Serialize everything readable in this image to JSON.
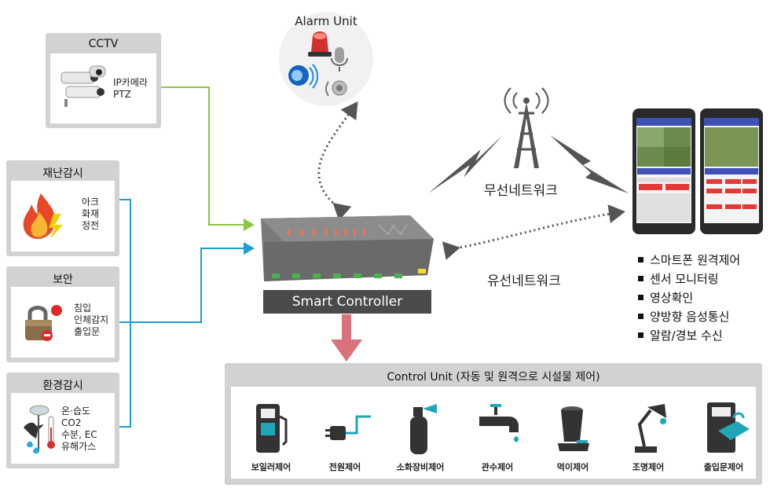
{
  "cctv": {
    "title": "CCTV",
    "lines": [
      "IP카메라",
      "PTZ"
    ]
  },
  "disaster": {
    "title": "재난감시",
    "lines": [
      "아크",
      "화재",
      "정전"
    ]
  },
  "security": {
    "title": "보안",
    "lines": [
      "침입",
      "인체감지",
      "출입문"
    ]
  },
  "environment": {
    "title": "환경감시",
    "lines": [
      "온·습도",
      "CO2",
      "수분, EC",
      "유해가스"
    ]
  },
  "alarm": {
    "title": "Alarm Unit"
  },
  "controller": {
    "label": "Smart Controller"
  },
  "network": {
    "wireless": "무선네트워크",
    "wired": "유선네트워크"
  },
  "features": [
    "스마트폰 원격제어",
    "센서 모니터링",
    "영상확인",
    "양방향 음성통신",
    "알람/경보 수신"
  ],
  "control_unit": {
    "title": "Control Unit (자동 및 원격으로 시설물 제어)",
    "devices": [
      {
        "label": "보일러제어",
        "icon": "boiler-icon"
      },
      {
        "label": "전원제어",
        "icon": "power-plug-icon"
      },
      {
        "label": "소화장비제어",
        "icon": "fire-extinguisher-icon"
      },
      {
        "label": "관수제어",
        "icon": "faucet-icon"
      },
      {
        "label": "먹이제어",
        "icon": "feeder-icon"
      },
      {
        "label": "조명제어",
        "icon": "lamp-icon"
      },
      {
        "label": "출입문제어",
        "icon": "door-lock-icon"
      }
    ]
  },
  "colors": {
    "cctv_line": "#8cc63f",
    "sensor_line": "#1f9bd7",
    "controller_arrow": "#d9727a",
    "accent_teal": "#1fa7b8"
  }
}
